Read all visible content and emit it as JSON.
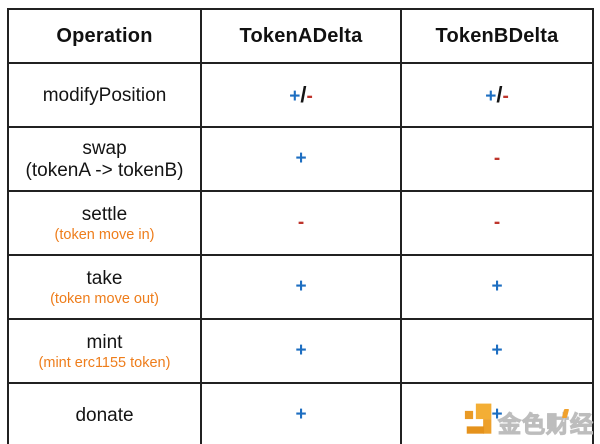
{
  "table": {
    "headers": [
      "Operation",
      "TokenADelta",
      "TokenBDelta"
    ],
    "rows": [
      {
        "operation": "modifyPosition",
        "note": "",
        "note_color": "",
        "token_a_delta": "+/-",
        "token_b_delta": "+/-"
      },
      {
        "operation": "swap",
        "note": "(tokenA -> tokenB)",
        "note_color": "#141414",
        "token_a_delta": "+",
        "token_b_delta": "-"
      },
      {
        "operation": "settle",
        "note": "(token move in)",
        "note_color": "#EE7D1B",
        "token_a_delta": "-",
        "token_b_delta": "-"
      },
      {
        "operation": "take",
        "note": "(token move out)",
        "note_color": "#EE7D1B",
        "token_a_delta": "+",
        "token_b_delta": "+"
      },
      {
        "operation": "mint",
        "note": "(mint erc1155 token)",
        "note_color": "#EE7D1B",
        "token_a_delta": "+",
        "token_b_delta": "+"
      },
      {
        "operation": "donate",
        "note": "",
        "note_color": "",
        "token_a_delta": "+",
        "token_b_delta": "+"
      }
    ]
  },
  "chart_data": {
    "type": "table",
    "columns": [
      "Operation",
      "TokenADelta",
      "TokenBDelta"
    ],
    "rows": [
      [
        "modifyPosition",
        "+/-",
        "+/-"
      ],
      [
        "swap (tokenA -> tokenB)",
        "+",
        "-"
      ],
      [
        "settle (token move in)",
        "-",
        "-"
      ],
      [
        "take (token move out)",
        "+",
        "+"
      ],
      [
        "mint (mint erc1155 token)",
        "+",
        "+"
      ],
      [
        "donate",
        "+",
        "+"
      ]
    ]
  },
  "watermark": {
    "text": "金色财经",
    "logo": "jinse-pixel-j-logo"
  },
  "colors": {
    "plus": "#1D6EC1",
    "minus": "#BE352C",
    "slash": "#141414",
    "note_highlight": "#EE7D1B",
    "border": "#212121",
    "watermark_orange": "#F0A12D"
  }
}
